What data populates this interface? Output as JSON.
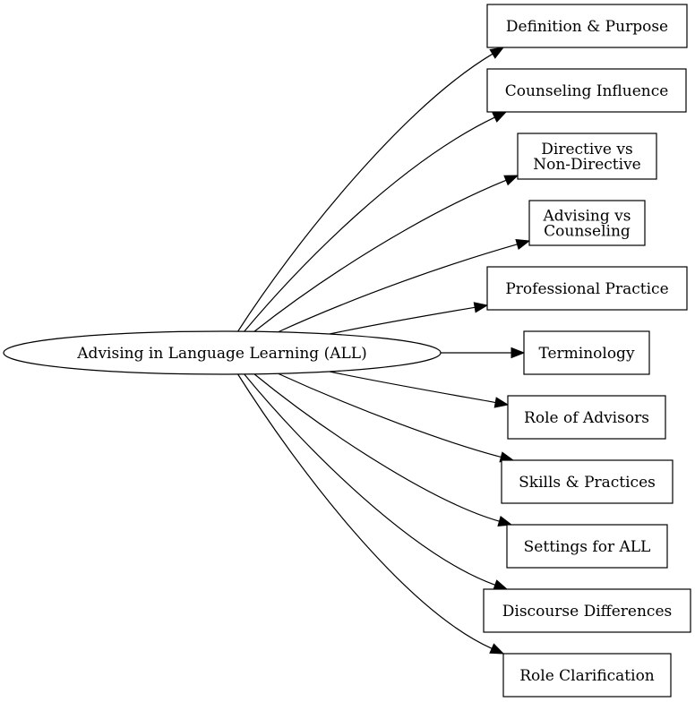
{
  "diagram": {
    "type": "mind-map",
    "root": {
      "id": "root",
      "label": "Advising in Language Learning (ALL)",
      "shape": "ellipse"
    },
    "children": [
      {
        "id": "definition",
        "lines": [
          "Definition & Purpose"
        ]
      },
      {
        "id": "counseling-influence",
        "lines": [
          "Counseling Influence"
        ]
      },
      {
        "id": "directive",
        "lines": [
          "Directive vs",
          "Non-Directive"
        ]
      },
      {
        "id": "advising-vs-counseling",
        "lines": [
          "Advising vs",
          "Counseling"
        ]
      },
      {
        "id": "professional-practice",
        "lines": [
          "Professional Practice"
        ]
      },
      {
        "id": "terminology",
        "lines": [
          "Terminology"
        ]
      },
      {
        "id": "role-of-advisors",
        "lines": [
          "Role of Advisors"
        ]
      },
      {
        "id": "skills-practices",
        "lines": [
          "Skills & Practices"
        ]
      },
      {
        "id": "settings",
        "lines": [
          "Settings for ALL"
        ]
      },
      {
        "id": "discourse-differences",
        "lines": [
          "Discourse Differences"
        ]
      },
      {
        "id": "role-clarification",
        "lines": [
          "Role Clarification"
        ]
      }
    ],
    "edges": [
      {
        "from": "root",
        "to": "definition"
      },
      {
        "from": "root",
        "to": "counseling-influence"
      },
      {
        "from": "root",
        "to": "directive"
      },
      {
        "from": "root",
        "to": "advising-vs-counseling"
      },
      {
        "from": "root",
        "to": "professional-practice"
      },
      {
        "from": "root",
        "to": "terminology"
      },
      {
        "from": "root",
        "to": "role-of-advisors"
      },
      {
        "from": "root",
        "to": "skills-practices"
      },
      {
        "from": "root",
        "to": "settings"
      },
      {
        "from": "root",
        "to": "discourse-differences"
      },
      {
        "from": "root",
        "to": "role-clarification"
      }
    ],
    "colors": {
      "stroke": "#000000",
      "fill": "#ffffff",
      "text": "#000000"
    }
  }
}
